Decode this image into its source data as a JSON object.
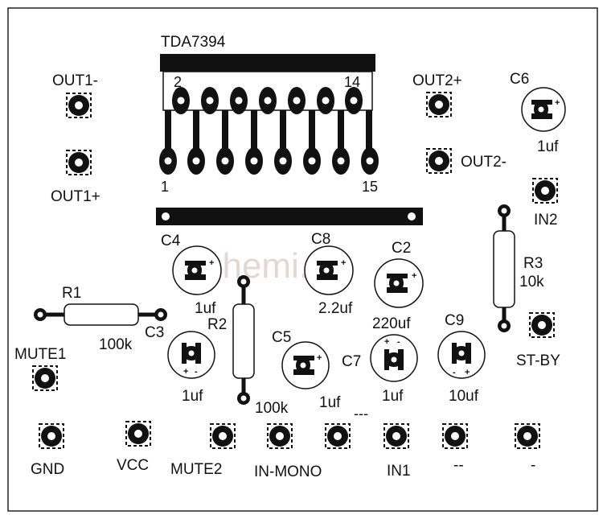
{
  "ic": {
    "name": "TDA7394",
    "pin_top_first": "2",
    "pin_top_last": "14",
    "pin_bottom_first": "1",
    "pin_bottom_last": "15"
  },
  "pads": {
    "out1_minus": "OUT1-",
    "out1_plus": "OUT1+",
    "out2_plus": "OUT2+",
    "out2_minus": "OUT2-",
    "in2": "IN2",
    "st_by": "ST-BY",
    "mute1": "MUTE1",
    "gnd": "GND",
    "vcc": "VCC",
    "mute2": "MUTE2",
    "in_mono": "IN-MONO",
    "in1": "IN1",
    "dash_top": "---",
    "dash_two": "--",
    "dash_one": "-"
  },
  "capacitors": {
    "c6": {
      "name": "C6",
      "value": "1uf"
    },
    "c4": {
      "name": "C4",
      "value": "1uf"
    },
    "c8": {
      "name": "C8",
      "value": "2.2uf"
    },
    "c2": {
      "name": "C2",
      "value": "220uf"
    },
    "c3": {
      "name": "C3",
      "value": "1uf"
    },
    "c5": {
      "name": "C5",
      "value": "1uf"
    },
    "c7": {
      "name": "C7",
      "value": "1uf"
    },
    "c9": {
      "name": "C9",
      "value": "10uf"
    }
  },
  "resistors": {
    "r1": {
      "name": "R1",
      "value": "100k"
    },
    "r2": {
      "name": "R2",
      "value": "100k"
    },
    "r3": {
      "name": "R3",
      "value": "10k"
    }
  },
  "polarity": {
    "plus": "+",
    "minus": "-"
  },
  "watermark": "2shemi.ru"
}
